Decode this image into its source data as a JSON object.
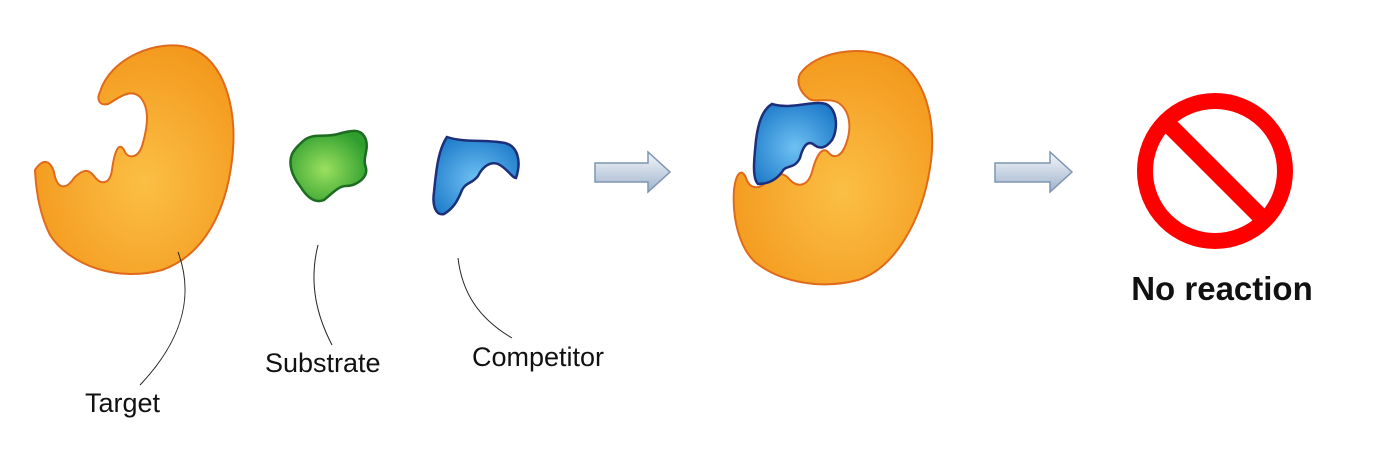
{
  "labels": {
    "target": "Target",
    "substrate": "Substrate",
    "competitor": "Competitor",
    "result": "No reaction"
  },
  "colors": {
    "enzyme_fill_center": "#FBBF45",
    "enzyme_fill_edge": "#F39A1E",
    "enzyme_stroke": "#E06A1A",
    "substrate_fill_center": "#9BE060",
    "substrate_fill_edge": "#2E9E2E",
    "substrate_stroke": "#1E6B22",
    "competitor_fill_center": "#6EC1F2",
    "competitor_fill_edge": "#1B78C8",
    "competitor_stroke": "#1D2F7A",
    "arrow_fill_top": "#F4F7FB",
    "arrow_fill_bottom": "#9FB3CC",
    "arrow_stroke": "#7F95B1",
    "prohibit_red": "#FF0000"
  },
  "icons": {
    "arrow_1": "right-arrow-icon",
    "arrow_2": "right-arrow-icon",
    "result": "prohibited-icon"
  }
}
